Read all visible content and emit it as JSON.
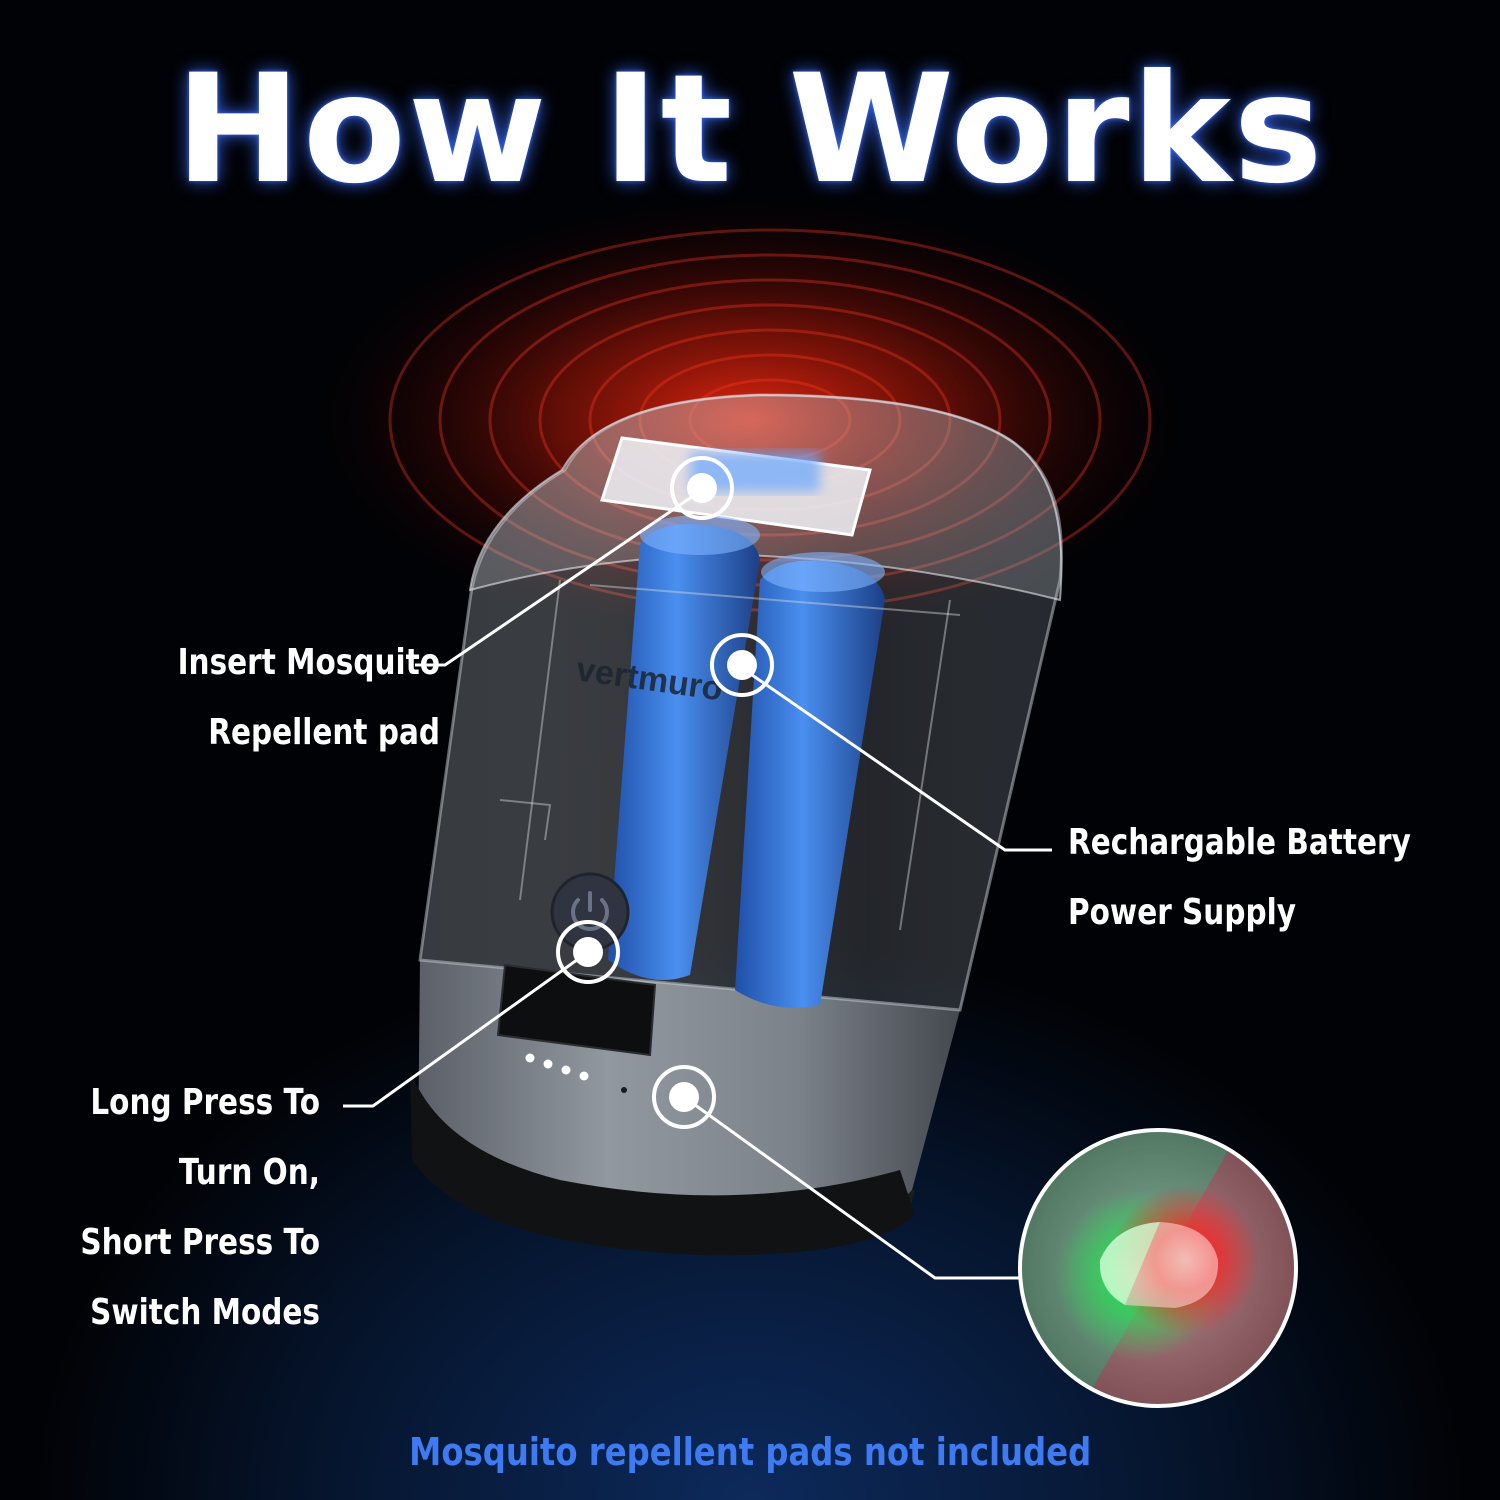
{
  "title": "How It Works",
  "brand": "vertmuro",
  "callouts": {
    "pad": [
      "Insert Mosquito",
      "Repellent pad"
    ],
    "battery": [
      "Rechargable Battery",
      "Power Supply"
    ],
    "press": [
      "Long Press To",
      "Turn On,",
      "Short Press To",
      "Switch Modes"
    ]
  },
  "footnote": "Mosquito repellent pads not included",
  "icons": [
    "power-icon",
    "usb-port-icon",
    "charge-indicator-icon"
  ],
  "colors": {
    "title_glow": "#3c6eff",
    "footnote": "#3e7bf2",
    "battery": "#3a7be0",
    "heat_glow": "#ff2a10",
    "led_green": "#22e050",
    "led_red": "#ff2020"
  }
}
